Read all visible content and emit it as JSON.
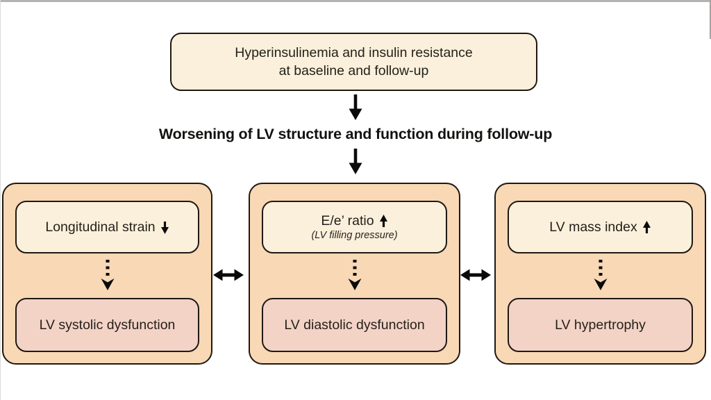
{
  "diagram": {
    "top_box": {
      "line1": "Hyperinsulinemia and insulin resistance",
      "line2": "at baseline and follow-up"
    },
    "heading": "Worsening of LV structure and function during follow-up",
    "panels": [
      {
        "name": "systolic",
        "indicator": "Longitudinal strain",
        "direction": "down",
        "note": "",
        "outcome": "LV systolic dysfunction"
      },
      {
        "name": "diastolic",
        "indicator": "E/e’ ratio",
        "direction": "up",
        "note": "(LV filling pressure)",
        "outcome": "LV diastolic dysfunction"
      },
      {
        "name": "hypertrophy",
        "indicator": "LV mass index",
        "direction": "up",
        "note": "",
        "outcome": "LV hypertrophy"
      }
    ],
    "colors": {
      "cream": "#fbf0db",
      "peach": "#f8d8b5",
      "pink": "#f3d3c6",
      "border": "#1f1812",
      "text": "#25201b"
    }
  }
}
